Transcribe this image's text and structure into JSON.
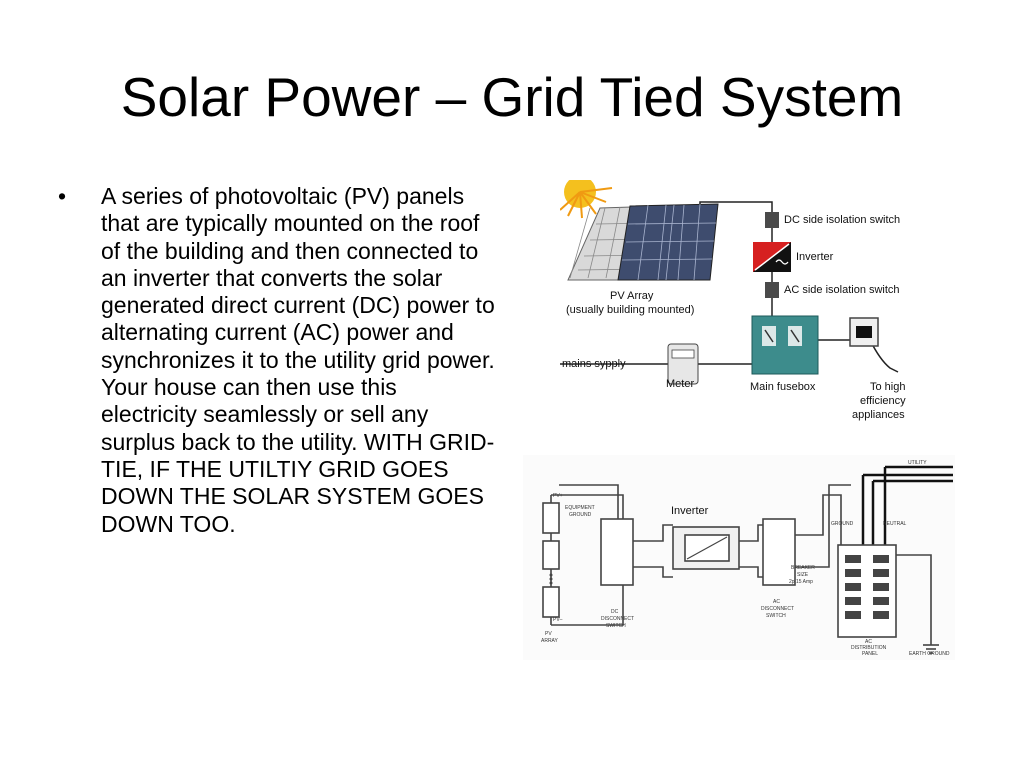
{
  "slide": {
    "title": "Solar Power – Grid Tied System",
    "bullet_symbol": "•",
    "bullet_text": "A series of photovoltaic (PV) panels that are typically mounted on the roof of the building and then connected to an inverter that converts the solar generated direct current (DC) power to alternating current (AC) power and synchronizes it to the utility grid power.   Your house can then use this electricity seamlessly or sell any surplus back to the utility.  WITH GRID-TIE, IF THE UTILTIY GRID GOES DOWN THE SOLAR SYSTEM GOES DOWN TOO."
  },
  "diagram_top": {
    "pv_array_line1": "PV Array",
    "pv_array_line2": "(usually building mounted)",
    "dc_switch": "DC side isolation switch",
    "inverter": "Inverter",
    "ac_switch": "AC side isolation switch",
    "mains": "mains sypply",
    "meter": "Meter",
    "fusebox": "Main fusebox",
    "appliances_line1": "To high",
    "appliances_line2": "efficiency",
    "appliances_line3": "appliances"
  },
  "diagram_bottom": {
    "inverter": "Inverter",
    "pv_plus": "PV+",
    "pv_minus": "PV–",
    "pv_array_line1": "PV",
    "pv_array_line2": "ARRAY",
    "equipment_ground_line1": "EQUIPMENT",
    "equipment_ground_line2": "GROUND",
    "dc_disconnect_line1": "DC",
    "dc_disconnect_line2": "DISCONNECT",
    "dc_disconnect_line3": "SWITCH",
    "ac_disconnect_line1": "AC",
    "ac_disconnect_line2": "DISCONNECT",
    "ac_disconnect_line3": "SWITCH",
    "utility": "UTILITY",
    "ground": "GROUND",
    "neutral": "NEUTRAL",
    "breaker_line1": "BREAKER",
    "breaker_line2": "SIZE",
    "breaker_line3": "2p 15 Amp",
    "ac_panel_line1": "AC",
    "ac_panel_line2": "DISTRIBUTION",
    "ac_panel_line3": "PANEL",
    "earth_ground": "EARTH GROUND"
  }
}
